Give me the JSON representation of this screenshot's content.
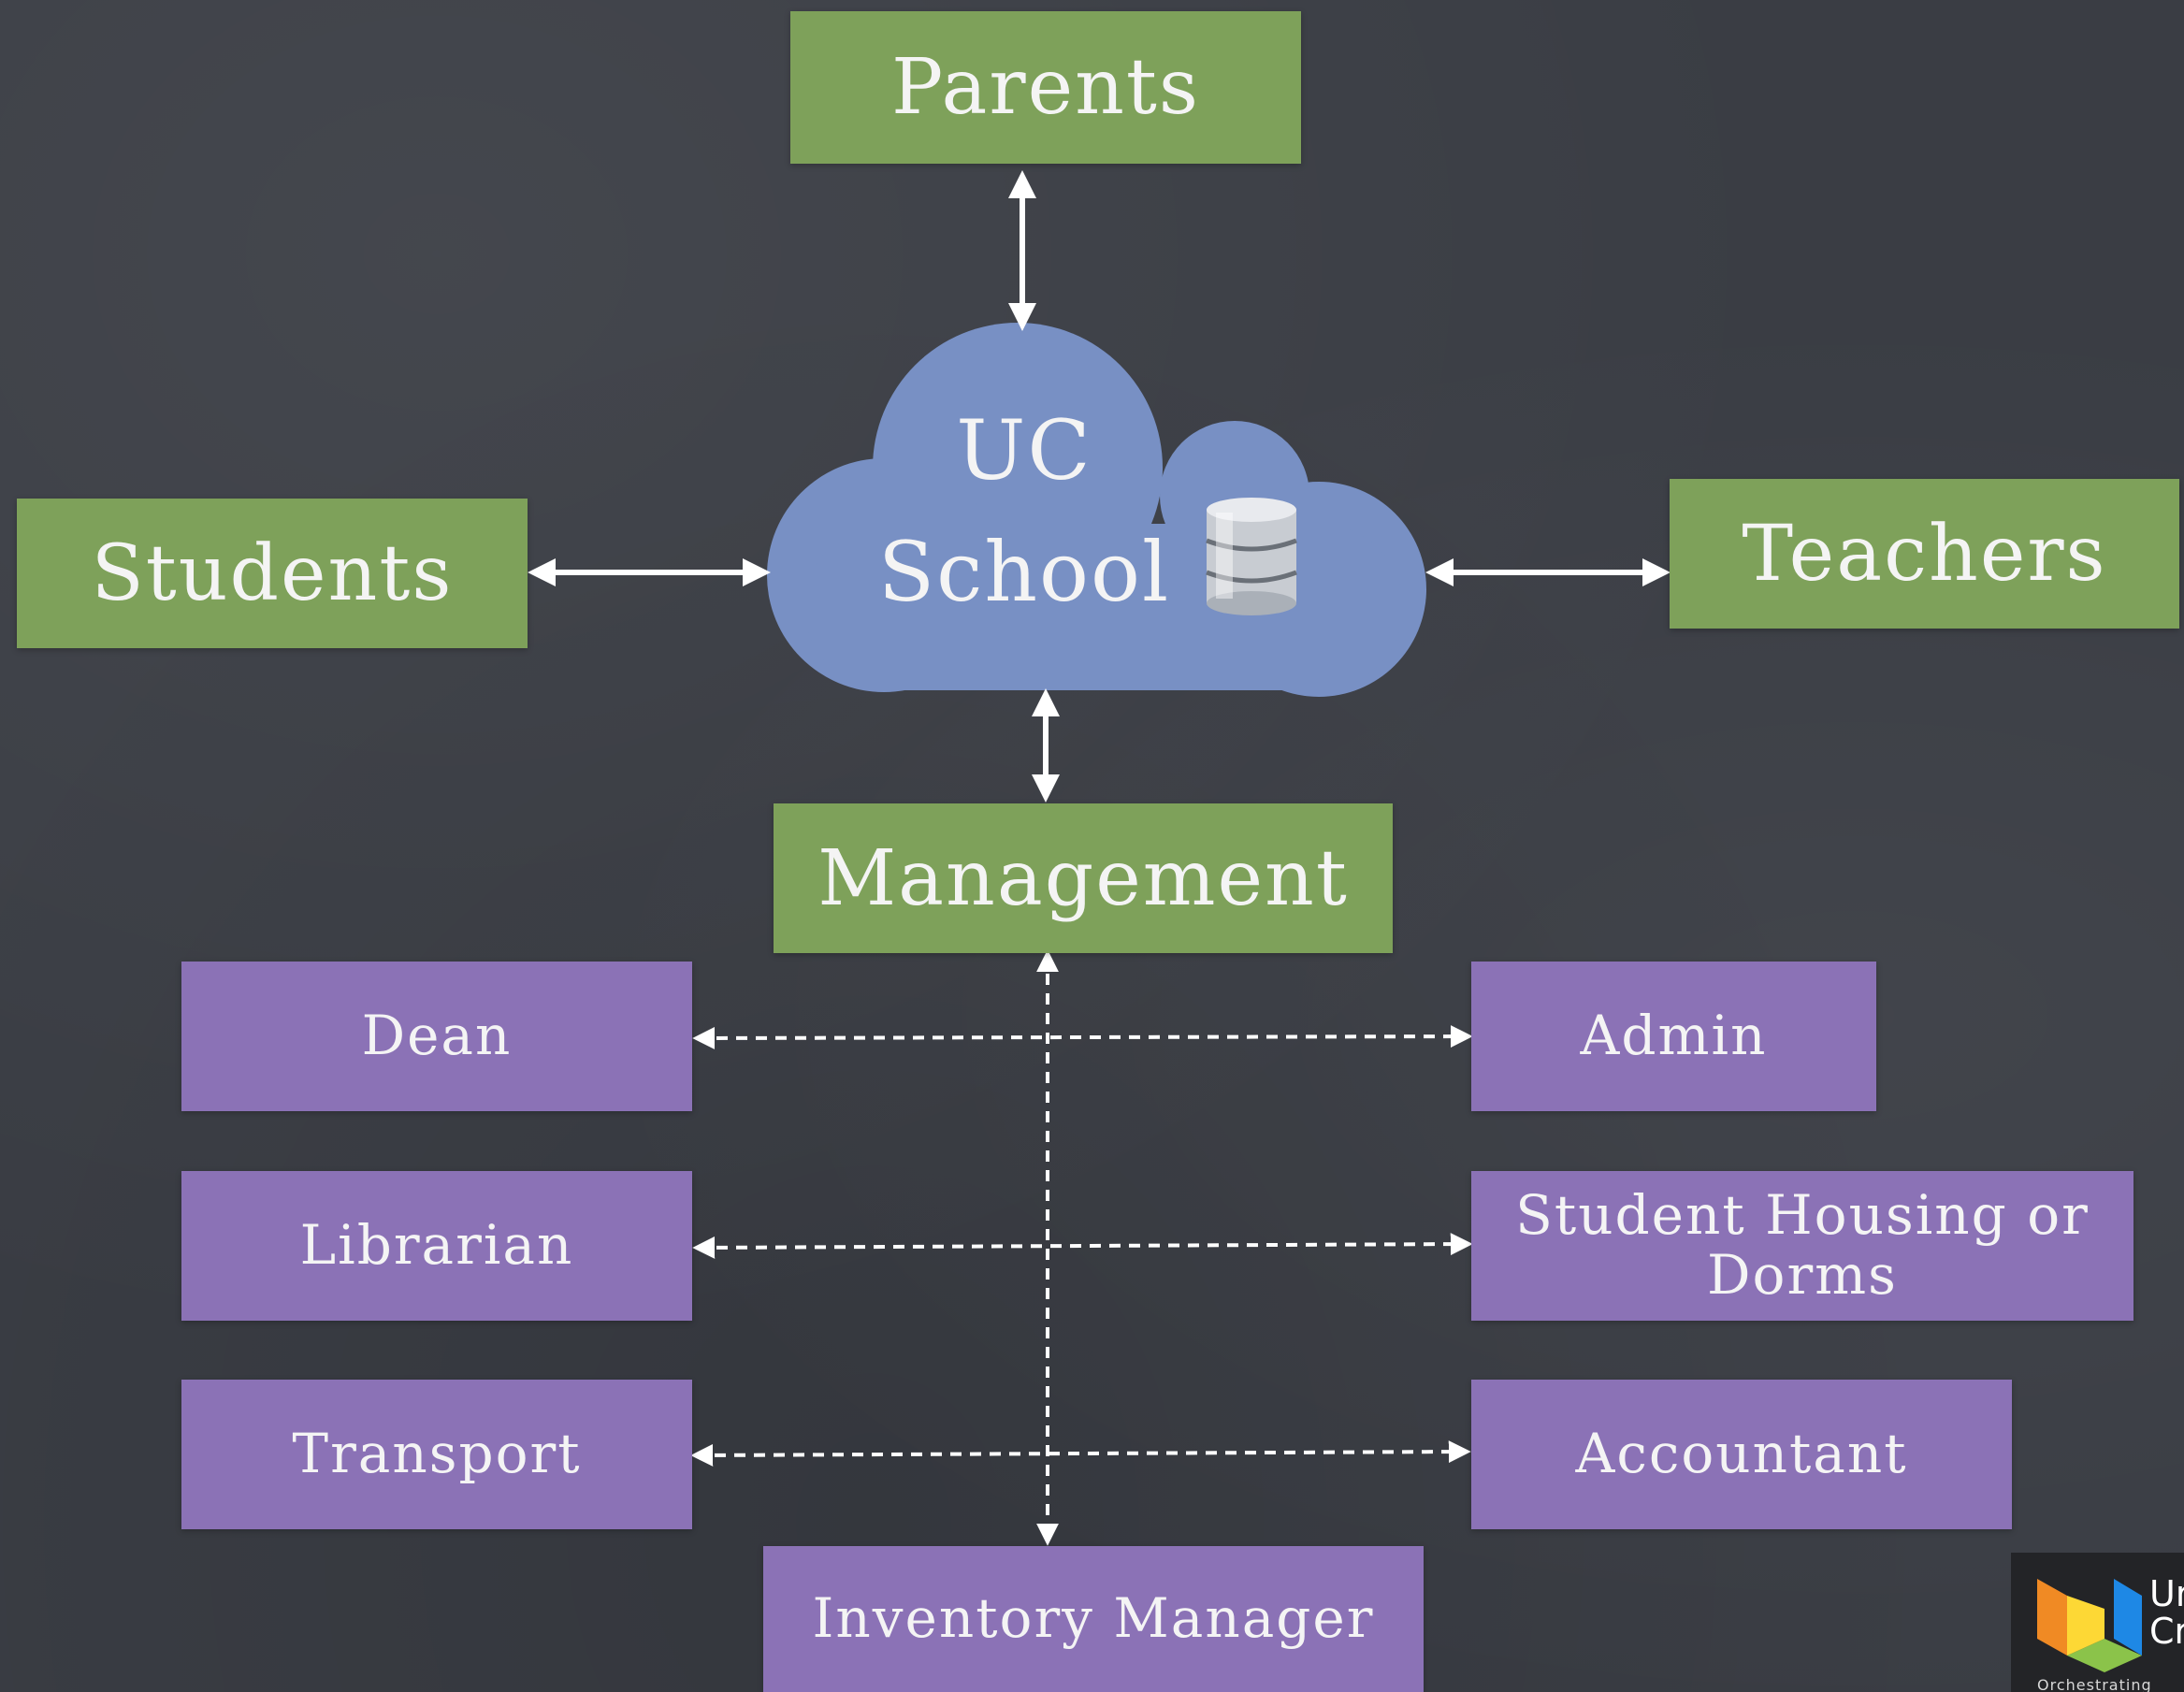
{
  "diagram": {
    "center": {
      "line1": "UC",
      "line2": "School",
      "icon": "database-icon"
    },
    "stakeholders": {
      "parents": "Parents",
      "students": "Students",
      "teachers": "Teachers",
      "management": "Management"
    },
    "roles": {
      "dean": "Dean",
      "admin": "Admin",
      "librarian": "Librarian",
      "housing_line1": "Student Housing or",
      "housing_line2": "Dorms",
      "transport": "Transport",
      "accountant": "Accountant",
      "inventory": "Inventory Manager"
    }
  },
  "logo": {
    "line1": "Ur",
    "line2": "Cr",
    "tagline": "Orchestrating"
  },
  "colors": {
    "background": "#3a3d44",
    "stakeholder_box": "#7ea15a",
    "role_box": "#8b72b6",
    "cloud": "#7890c4",
    "text": "#f4f4f4"
  }
}
